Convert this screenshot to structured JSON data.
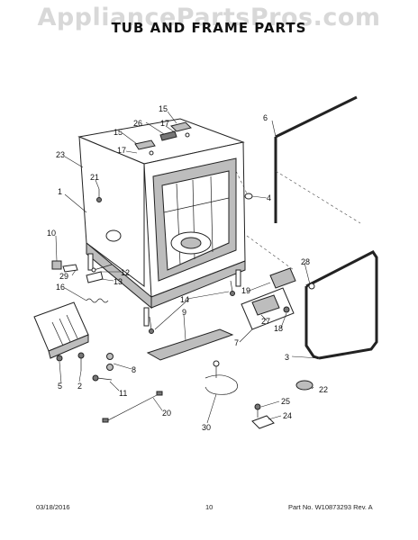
{
  "watermark": "AppliancePartsPros.com",
  "title": "TUB AND FRAME PARTS",
  "callouts": [
    {
      "id": "c1",
      "label": "1"
    },
    {
      "id": "c2",
      "label": "2"
    },
    {
      "id": "c3",
      "label": "3"
    },
    {
      "id": "c4",
      "label": "4"
    },
    {
      "id": "c5",
      "label": "5"
    },
    {
      "id": "c6",
      "label": "6"
    },
    {
      "id": "c7",
      "label": "7"
    },
    {
      "id": "c8",
      "label": "8"
    },
    {
      "id": "c9",
      "label": "9"
    },
    {
      "id": "c10",
      "label": "10"
    },
    {
      "id": "c11",
      "label": "11"
    },
    {
      "id": "c12",
      "label": "12"
    },
    {
      "id": "c13",
      "label": "13"
    },
    {
      "id": "c14",
      "label": "14"
    },
    {
      "id": "c15a",
      "label": "15"
    },
    {
      "id": "c15b",
      "label": "15"
    },
    {
      "id": "c16",
      "label": "16"
    },
    {
      "id": "c17a",
      "label": "17"
    },
    {
      "id": "c17b",
      "label": "17"
    },
    {
      "id": "c18",
      "label": "18"
    },
    {
      "id": "c19",
      "label": "19"
    },
    {
      "id": "c20",
      "label": "20"
    },
    {
      "id": "c21",
      "label": "21"
    },
    {
      "id": "c22",
      "label": "22"
    },
    {
      "id": "c23",
      "label": "23"
    },
    {
      "id": "c24",
      "label": "24"
    },
    {
      "id": "c25",
      "label": "25"
    },
    {
      "id": "c26",
      "label": "26"
    },
    {
      "id": "c27",
      "label": "27"
    },
    {
      "id": "c28",
      "label": "28"
    },
    {
      "id": "c29",
      "label": "29"
    },
    {
      "id": "c30",
      "label": "30"
    }
  ],
  "footer": {
    "date": "03/18/2016",
    "page": "10",
    "part_number": "Part No. W10873293  Rev. A"
  }
}
